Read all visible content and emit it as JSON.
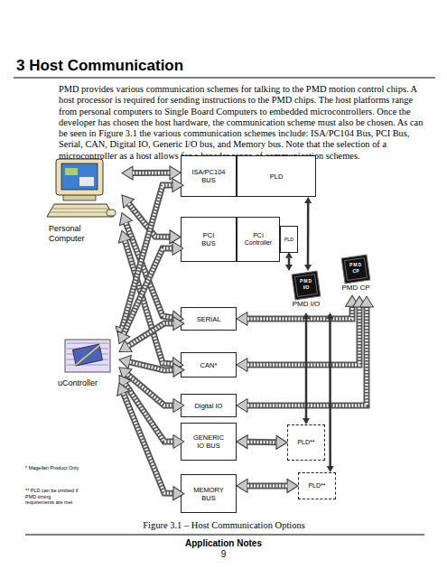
{
  "diagram": {
    "title": "3 Host Communication",
    "caption": "Figure 3.1 – Host Communication Options",
    "nodes": [
      {
        "text": [
          "Personal Computer"
        ]
      },
      {
        "text": [
          "ISA/PC104 BUS"
        ]
      },
      {
        "text": [
          "PLD"
        ]
      },
      {
        "text": [
          "PCI BUS"
        ]
      },
      {
        "text": [
          "PCI Controller"
        ]
      },
      {
        "text": [
          "PLD"
        ]
      },
      {
        "text": [
          "PMD",
          "I/O",
          "PMD I/O"
        ]
      },
      {
        "text": [
          "PMD",
          "CP",
          "PMD CP"
        ]
      },
      {
        "text": [
          "SERIAL"
        ]
      },
      {
        "text": [
          "CAN*"
        ]
      },
      {
        "text": [
          "uController"
        ]
      },
      {
        "text": [
          "Digital IO"
        ]
      },
      {
        "text": [
          "GENERIC IO BUS"
        ]
      },
      {
        "text": [
          "PLD**"
        ]
      },
      {
        "text": [
          "MEMORY BUS"
        ]
      },
      {
        "text": [
          "PLD**"
        ]
      }
    ],
    "edges": [
      {
        "from": 0,
        "to": 1,
        "arrow": "both"
      },
      {
        "from": 0,
        "to": 3,
        "arrow": "both"
      },
      {
        "from": 0,
        "to": 8,
        "arrow": "both"
      },
      {
        "from": 0,
        "to": 9,
        "arrow": "both"
      },
      {
        "from": 10,
        "to": 1,
        "arrow": "both"
      },
      {
        "from": 10,
        "to": 3,
        "arrow": "both"
      },
      {
        "from": 10,
        "to": 8,
        "arrow": "both"
      },
      {
        "from": 10,
        "to": 9,
        "arrow": "both"
      },
      {
        "from": 10,
        "to": 11,
        "arrow": "both"
      },
      {
        "from": 10,
        "to": 12,
        "arrow": "both"
      },
      {
        "from": 10,
        "to": 14,
        "arrow": "both"
      },
      {
        "from": 2,
        "to": 6,
        "arrow": "both"
      },
      {
        "from": 5,
        "to": 6,
        "arrow": "both"
      },
      {
        "from": 8,
        "to": 7,
        "arrow": "both"
      },
      {
        "from": 9,
        "to": 7,
        "arrow": "both"
      },
      {
        "from": 11,
        "to": 7,
        "arrow": "both"
      },
      {
        "from": 12,
        "to": 13,
        "arrow": "both"
      },
      {
        "from": 13,
        "to": 6,
        "arrow": "both"
      },
      {
        "from": 14,
        "to": 15,
        "arrow": "both"
      },
      {
        "from": 15,
        "to": 6,
        "arrow": "both"
      }
    ],
    "labels": [
      "PMD provides various communication schemes for talking to the PMD motion control chips. A host processor is required for sending instructions to the PMD chips. The host platforms range from personal computers to Single Board Computers to embedded microcontrollers. Once the developer has chosen the host hardware, the communication scheme must also be chosen. As can be seen in Figure 3.1 the various communication schemes include: ISA/PC104 Bus, PCI Bus, Serial, CAN, Digital IO, Generic I/O bus, and Memory bus. Note that the selection of a microcontroller as a host allows for a broader range of communication schemes.",
      "* Magellan Product Only",
      "** PLD can be omitted if PMD timing requirements are met",
      "Application Notes",
      "9"
    ]
  }
}
